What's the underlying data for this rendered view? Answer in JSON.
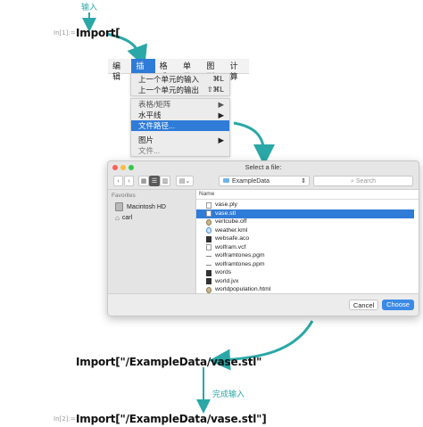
{
  "annotations": {
    "input_label": "输入",
    "complete_input_label": "完成输入"
  },
  "cell1": {
    "label": "In[1]:=",
    "code": "Import["
  },
  "menubar": {
    "items": [
      "编辑",
      "插入",
      "格式",
      "单元",
      "图形",
      "计算"
    ],
    "active_index": 1
  },
  "insert_menu": {
    "items": [
      {
        "label": "上一个单元的输入",
        "shortcut": "⌘L"
      },
      {
        "label": "上一个单元的输出",
        "shortcut": "⇧⌘L"
      }
    ],
    "lower_items": [
      {
        "label": "表格/矩阵",
        "submenu": true
      },
      {
        "label": "水平线",
        "submenu": true
      },
      {
        "label": "文件路径...",
        "selected": true
      },
      {
        "label": "图片",
        "submenu": true
      },
      {
        "label": "文件..."
      }
    ]
  },
  "dialog": {
    "title": "Select a file:",
    "location": "ExampleData",
    "search_placeholder": "Search",
    "sidebar": {
      "section": "Favorites",
      "items": [
        {
          "label": "Macintosh HD",
          "icon": "hard-drive-icon"
        },
        {
          "label": "carl",
          "icon": "home-icon"
        }
      ]
    },
    "column_header": "Name",
    "files": [
      {
        "name": "vase.ply",
        "icon": "doc"
      },
      {
        "name": "vase.stl",
        "icon": "doc",
        "selected": true
      },
      {
        "name": "vertcube.off",
        "icon": "gear"
      },
      {
        "name": "weather.kml",
        "icon": "globe"
      },
      {
        "name": "websafe.aco",
        "icon": "dark"
      },
      {
        "name": "wolfram.vcf",
        "icon": "doc"
      },
      {
        "name": "wolframtones.pgm",
        "icon": "dash"
      },
      {
        "name": "wolframtones.ppm",
        "icon": "dash"
      },
      {
        "name": "words",
        "icon": "dark"
      },
      {
        "name": "world.jvx",
        "icon": "dark"
      },
      {
        "name": "worldpopulation.html",
        "icon": "gear"
      }
    ],
    "cancel_label": "Cancel",
    "choose_label": "Choose"
  },
  "output_line": "Import[\"/ExampleData/vase.stl\"",
  "cell2": {
    "label": "In[2]:=",
    "code": "Import[\"/ExampleData/vase.stl\"]"
  },
  "colors": {
    "accent": "#2f7bd8",
    "annotation": "#2aa7a7"
  }
}
